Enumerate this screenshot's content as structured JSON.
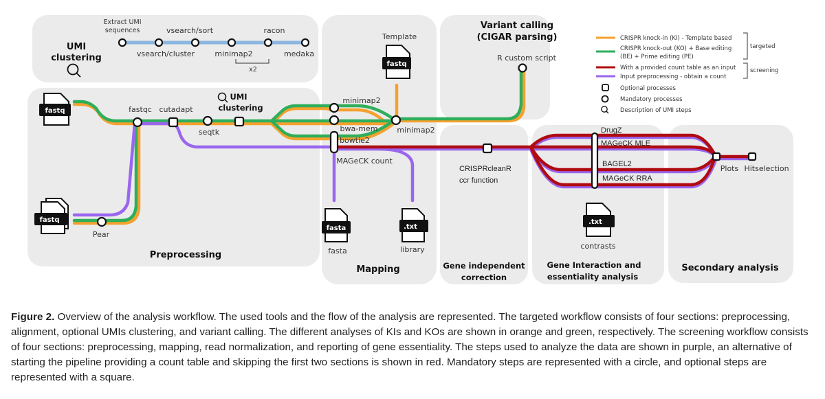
{
  "colors": {
    "orange": "#f5a12e",
    "green": "#2fae5b",
    "red": "#b00b12",
    "purple": "#9a66ee",
    "blue": "#8bb6e0",
    "panel": "#ebebeb"
  },
  "panels": {
    "umi": {
      "title_line1": "UMI",
      "title_line2": "clustering"
    },
    "preprocessing": {
      "title": "Preprocessing"
    },
    "mapping": {
      "title": "Mapping"
    },
    "variant": {
      "title_line1": "Variant calling",
      "title_line2": "(CIGAR parsing)"
    },
    "gene_independent": {
      "title_line1": "Gene independent",
      "title_line2": "correction"
    },
    "gene_interaction": {
      "title_line1": "Gene Interaction and",
      "title_line2": "essentiality analysis"
    },
    "secondary": {
      "title": "Secondary analysis"
    }
  },
  "umi_steps": {
    "extract_line1": "Extract UMI",
    "extract_line2": "sequences",
    "vsearch_cluster": "vsearch/cluster",
    "vsearch_sort": "vsearch/sort",
    "minimap2": "minimap2",
    "racon": "racon",
    "medaka": "medaka",
    "repeat": "x2"
  },
  "nodes": {
    "fastqc": "fastqc",
    "cutadapt": "cutadapt",
    "seqtk": "seqtk",
    "umi_inline_line1": "UMI",
    "umi_inline_line2": "clustering",
    "pear": "Pear",
    "minimap2_top": "minimap2",
    "bwa_mem": "bwa-mem",
    "bowtie2": "bowtie2",
    "minimap2_merge": "minimap2",
    "mageck_count": "MAGeCK count",
    "template": "Template",
    "r_script": "R custom script",
    "crisprcleanr_line1": "CRISPRcleanR",
    "crisprcleanr_line2": "ccr function",
    "drugz": "DrugZ",
    "mageck_mle": "MAGeCK MLE",
    "bagel2": "BAGEL2",
    "mageck_rra": "MAGeCK RRA",
    "plots": "Plots",
    "hitselection": "Hitselection",
    "fasta_label": "fasta",
    "library_label": "library",
    "contrasts_label": "contrasts"
  },
  "files": {
    "fastq_in": "fastq",
    "fastq_paired": "fastq",
    "fastq_template": "fastq",
    "fasta": "fasta",
    "library": ".txt",
    "contrasts": ".txt"
  },
  "legend": {
    "items": [
      {
        "color": "#f5a12e",
        "line1": "CRISPR knock-in (KI) - Template based",
        "line2": ""
      },
      {
        "color": "#2fae5b",
        "line1": "CRISPR knock-out (KO) + Base editing",
        "line2": "(BE) + Prime editing (PE)"
      },
      {
        "color": "#b00b12",
        "line1": "With a provided count table as an input",
        "line2": ""
      },
      {
        "color": "#9a66ee",
        "line1": "Input preprocessing - obtain a count",
        "line2": ""
      }
    ],
    "group_targeted": "targeted",
    "group_screening": "screening",
    "symbols": [
      {
        "icon": "square-node-icon",
        "label": "Optional processes"
      },
      {
        "icon": "circle-node-icon",
        "label": "Mandatory processes"
      },
      {
        "icon": "magnifier-icon",
        "label": "Description of UMI steps"
      }
    ]
  },
  "caption": {
    "label": "Figure 2.",
    "text": " Overview of the analysis workflow. The used tools and the flow of the analysis are represented. The targeted workflow consists of four sections: preprocessing, alignment, optional UMIs clustering, and variant calling. The different analyses of KIs and KOs are shown in orange and green, respectively. The screening workflow consists of four sections: preprocessing, mapping, read normalization, and reporting of gene essentiality. The steps used to analyze the data are shown in purple, an alternative of starting the pipeline providing a count table and skipping the first two sections is shown in red. Mandatory steps are represented with a circle, and optional steps are represented with a square."
  }
}
